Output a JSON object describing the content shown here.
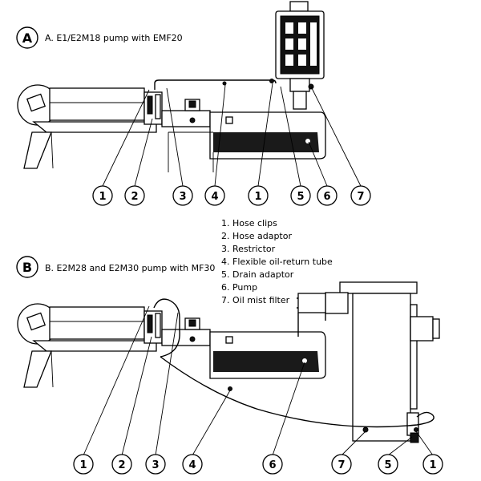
{
  "section_a": {
    "letter": "A",
    "caption": "A.  E1/E2M18 pump with EMF20",
    "callouts": [
      "1",
      "2",
      "3",
      "4",
      "1",
      "5",
      "6",
      "7"
    ]
  },
  "section_b": {
    "letter": "B",
    "caption": "B.  E2M28 and E2M30 pump with MF30",
    "callouts": [
      "1",
      "2",
      "3",
      "4",
      "6",
      "7",
      "5",
      "1"
    ]
  },
  "legend": {
    "items": [
      "1.  Hose clips",
      "2.  Hose adaptor",
      "3.  Restrictor",
      "4.  Flexible oil-return tube",
      "5.  Drain adaptor",
      "6.  Pump",
      "7.  Oil mist filter"
    ]
  }
}
